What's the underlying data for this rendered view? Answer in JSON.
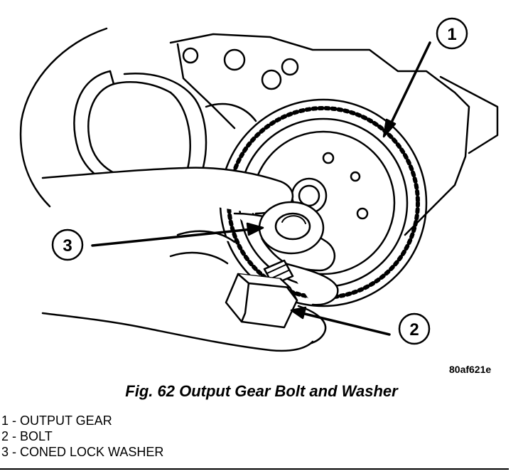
{
  "figure": {
    "image_code": "80af621e",
    "caption": "Fig. 62 Output Gear Bolt and Washer",
    "callouts": [
      "1",
      "2",
      "3"
    ],
    "legend": [
      "1 - OUTPUT GEAR",
      "2 - BOLT",
      "3 - CONED LOCK WASHER"
    ]
  }
}
